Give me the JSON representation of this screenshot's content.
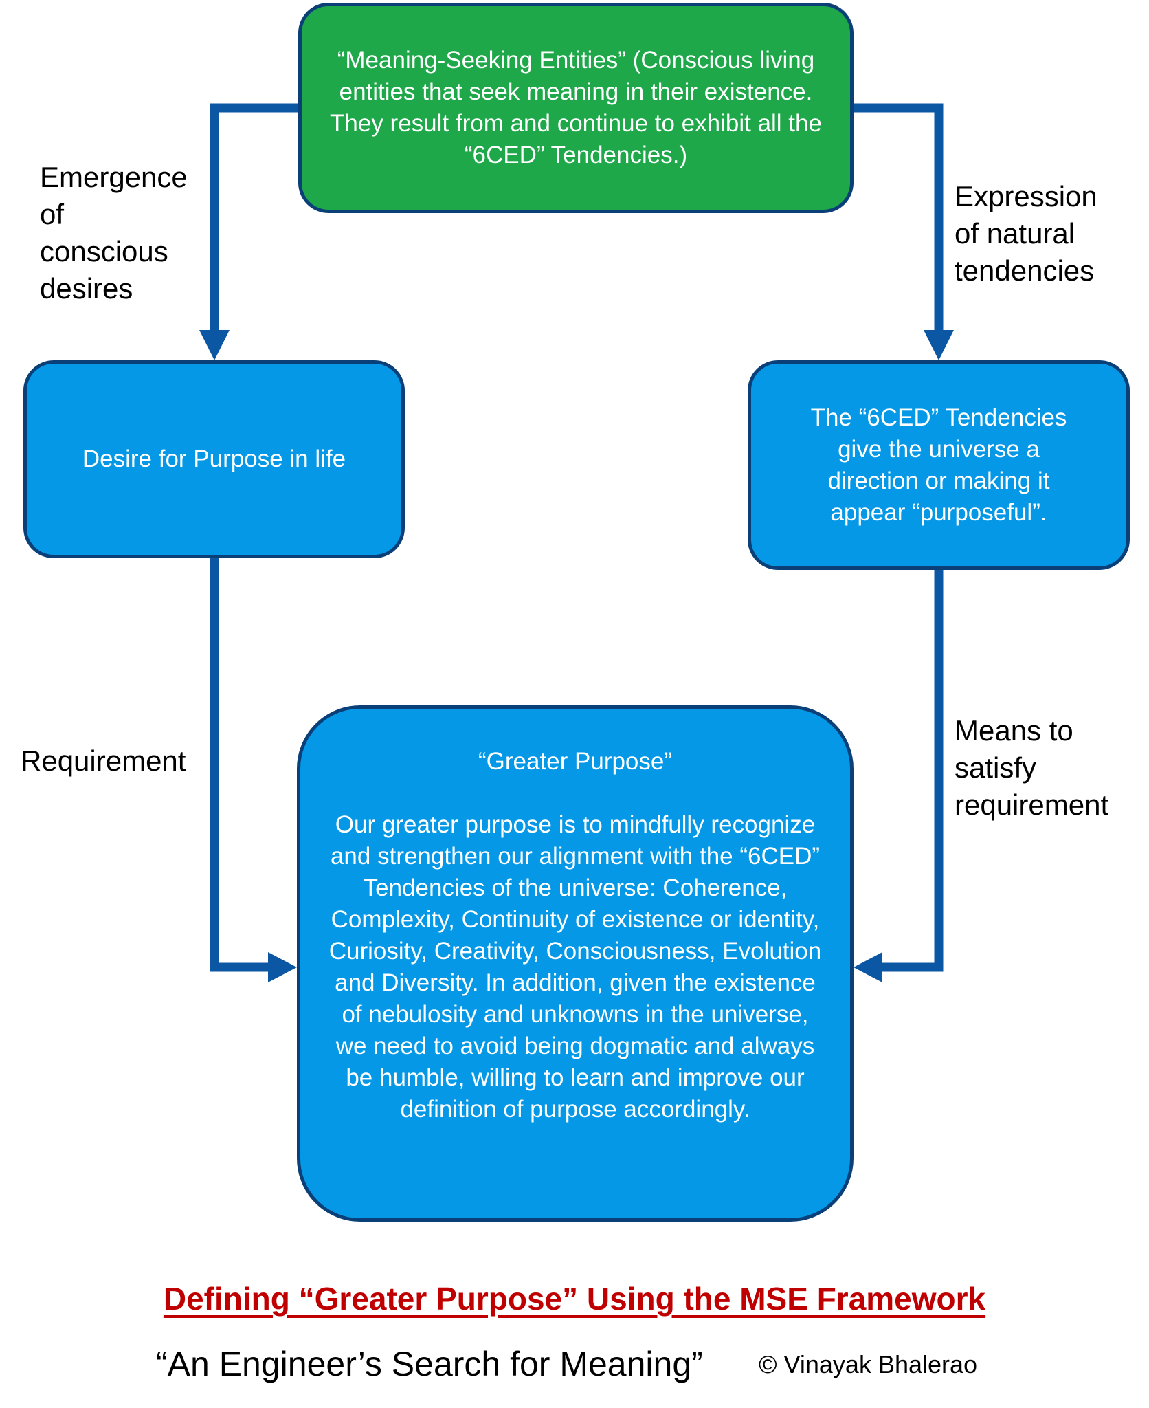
{
  "nodes": {
    "mse": {
      "text": "“Meaning-Seeking Entities” (Conscious living entities that seek meaning in their existence. They result from and continue to exhibit all the “6CED” Tendencies.)",
      "color": "#1fa84a"
    },
    "desire": {
      "text": "Desire for Purpose in life",
      "color": "#0598e6"
    },
    "tendencies": {
      "text": "The “6CED” Tendencies give the universe a direction or making it appear “purposeful”.",
      "color": "#0598e6"
    },
    "greater_purpose": {
      "title": "“Greater Purpose”",
      "body": "Our greater purpose is to mindfully recognize and strengthen our alignment with the “6CED” Tendencies of the universe: Coherence, Complexity, Continuity of existence or identity, Curiosity, Creativity, Consciousness, Evolution and Diversity. In addition, given the existence of nebulosity and unknowns in the universe, we need to avoid being dogmatic and always be humble, willing to learn and improve our definition of purpose accordingly.",
      "color": "#0598e6"
    }
  },
  "edges": {
    "mse_to_desire": {
      "label": "Emergence of conscious desires"
    },
    "mse_to_tendencies": {
      "label": "Expression of natural tendencies"
    },
    "desire_to_purpose": {
      "label": "Requirement"
    },
    "tendencies_to_purpose": {
      "label": "Means to satisfy requirement"
    }
  },
  "colors": {
    "arrow": "#0b57a4",
    "box_border": "#0b3f78",
    "title": "#c00000"
  },
  "footer": {
    "title": "Defining “Greater Purpose” Using the MSE Framework",
    "book": "“An Engineer’s Search for Meaning”",
    "copyright": "© Vinayak Bhalerao"
  }
}
